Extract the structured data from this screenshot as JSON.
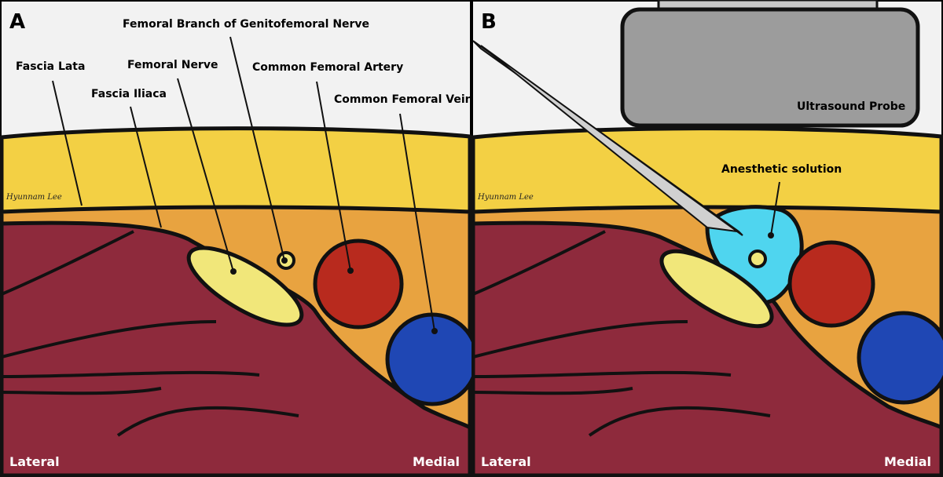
{
  "panel_a": {
    "letter": "A",
    "labels": {
      "femoral_branch": "Femoral Branch of Genitofemoral Nerve",
      "fascia_lata": "Fascia Lata",
      "femoral_nerve": "Femoral Nerve",
      "common_femoral_artery": "Common Femoral Artery",
      "fascia_iliaca": "Fascia Iliaca",
      "common_femoral_vein": "Common Femoral Vein"
    },
    "signature": "Hyunnam Lee",
    "lateral": "Lateral",
    "medial": "Medial"
  },
  "panel_b": {
    "letter": "B",
    "probe_label": "Ultrasound Probe",
    "anesthetic_label": "Anesthetic solution",
    "signature": "Hyunnam Lee",
    "lateral": "Lateral",
    "medial": "Medial"
  },
  "colors": {
    "background": "#f2f2f2",
    "skin_fat": "#f3d044",
    "subfascial": "#e8a340",
    "muscle": "#8e2a3c",
    "nerve": "#f1e77a",
    "artery": "#b82a1e",
    "vein": "#1f47b4",
    "anesthetic": "#4fd5ef",
    "probe": "#9c9c9c"
  }
}
